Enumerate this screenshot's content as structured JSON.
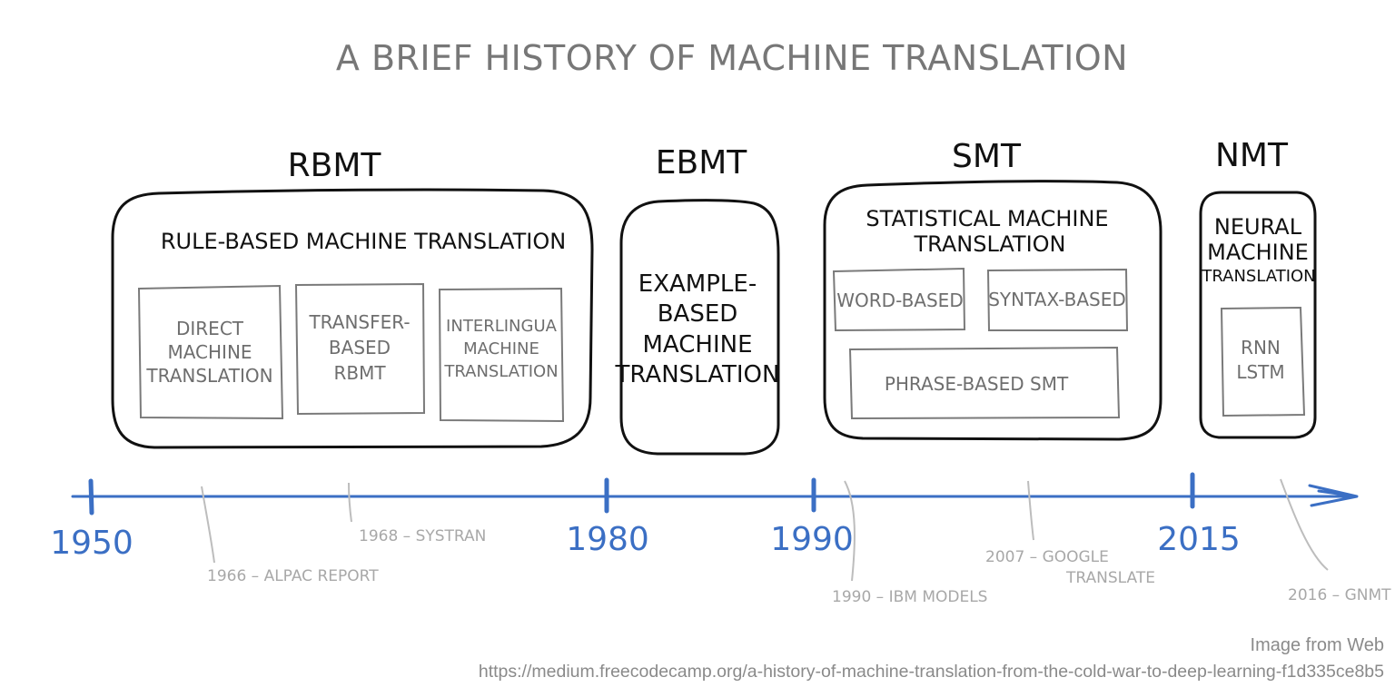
{
  "title": "A BRIEF HISTORY OF MACHINE TRANSLATION",
  "groups": {
    "rbmt": {
      "abbr": "RBMT",
      "full": "RULE-BASED MACHINE TRANSLATION",
      "subtypes": {
        "direct": [
          "DIRECT",
          "MACHINE",
          "TRANSLATION"
        ],
        "transfer": [
          "TRANSFER-",
          "BASED",
          "RBMT"
        ],
        "interlingua": [
          "INTERLINGUA",
          "MACHINE",
          "TRANSLATION"
        ]
      }
    },
    "ebmt": {
      "abbr": "EBMT",
      "full": [
        "EXAMPLE-",
        "BASED",
        "MACHINE",
        "TRANSLATION"
      ]
    },
    "smt": {
      "abbr": "SMT",
      "full": [
        "STATISTICAL MACHINE",
        "TRANSLATION"
      ],
      "subtypes": {
        "word": "WORD-BASED",
        "syntax": "SYNTAX-BASED",
        "phrase": "PHRASE-BASED SMT"
      }
    },
    "nmt": {
      "abbr": "NMT",
      "full": [
        "NEURAL",
        "MACHINE",
        "TRANSLATION"
      ],
      "subtypes": {
        "rnn": [
          "RNN",
          "LSTM"
        ]
      }
    }
  },
  "timeline": {
    "years": [
      "1950",
      "1980",
      "1990",
      "2015"
    ],
    "events": {
      "alpac": "1966 – ALPAC REPORT",
      "systran": "1968 – SYSTRAN",
      "ibm": "1990 – IBM MODELS",
      "google": [
        "2007 – GOOGLE",
        "TRANSLATE"
      ],
      "gnmt": "2016 – GNMT"
    }
  },
  "credit": {
    "label": "Image from Web",
    "url": "https://medium.freecodecamp.org/a-history-of-machine-translation-from-the-cold-war-to-deep-learning-f1d335ce8b5"
  },
  "colors": {
    "timeline": "#3b6fc4",
    "title": "#777777",
    "ink": "#111111"
  }
}
